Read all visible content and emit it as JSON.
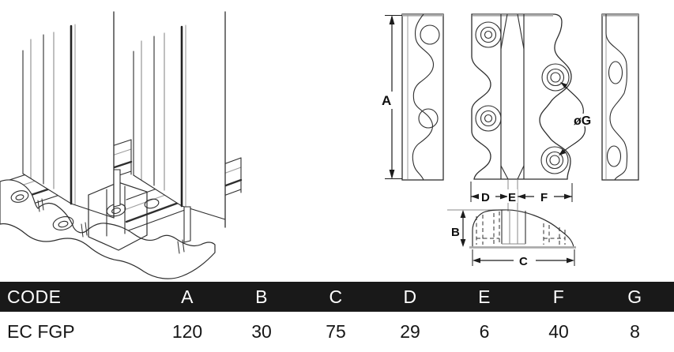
{
  "diagram": {
    "labels": {
      "a": "A",
      "b": "B",
      "c": "C",
      "d": "D",
      "e": "E",
      "f": "F",
      "g": "øG"
    },
    "line_color": "#2e2e2e",
    "light_line_color": "#9d9d9d",
    "dim_color": "#1c1c1c",
    "label_color": "#0e0e0e"
  },
  "table": {
    "header_bg": "#191919",
    "header_fg": "#ffffff",
    "columns": [
      "CODE",
      "A",
      "B",
      "C",
      "D",
      "E",
      "F",
      "G"
    ],
    "rows": [
      {
        "code": "EC FGP",
        "values": [
          "120",
          "30",
          "75",
          "29",
          "6",
          "40",
          "8"
        ]
      }
    ]
  }
}
